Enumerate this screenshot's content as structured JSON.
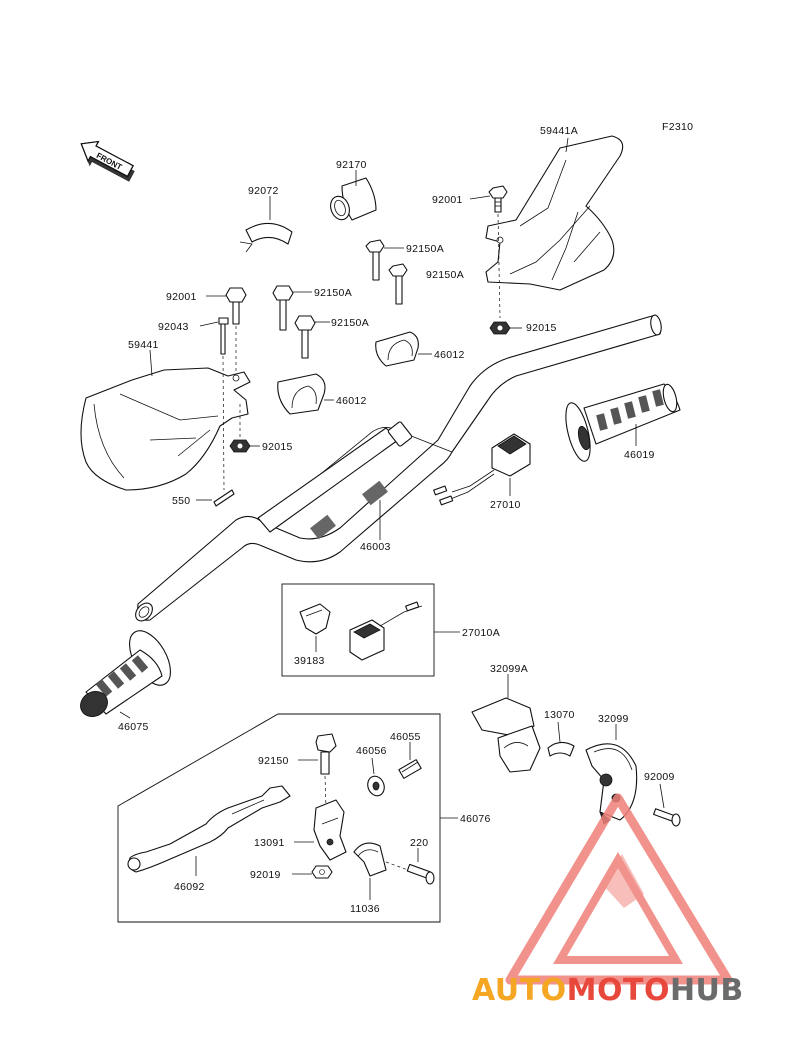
{
  "diagram": {
    "code": "F2310",
    "front_tag": "FRONT",
    "labels": {
      "p59441A": "59441A",
      "p92001_top": "92001",
      "p92150A_r1": "92150A",
      "p92150A_r2": "92150A",
      "p92015_top": "92015",
      "p92170": "92170",
      "p92072": "92072",
      "p92001_left": "92001",
      "p92150A_l1": "92150A",
      "p92150A_l2": "92150A",
      "p92043": "92043",
      "p59441": "59441",
      "p46012_a": "46012",
      "p46012_b": "46012",
      "p92015_left": "92015",
      "p550": "550",
      "p46019": "46019",
      "p27010": "27010",
      "p46003": "46003",
      "p39183": "39183",
      "p27010A": "27010A",
      "p32099A": "32099A",
      "p13070": "13070",
      "p32099": "32099",
      "p92009": "92009",
      "p46075": "46075",
      "p92150": "92150",
      "p46056": "46056",
      "p46055": "46055",
      "p46076": "46076",
      "p13091": "13091",
      "p220": "220",
      "p92019": "92019",
      "p11036": "11036",
      "p46092": "46092"
    }
  },
  "watermark": {
    "part1": "AUTO",
    "part2": "MOTO",
    "part3": "HUB",
    "color_orange": "#f5a623",
    "color_red": "#e8473c",
    "color_gray": "#6b6b6b"
  }
}
